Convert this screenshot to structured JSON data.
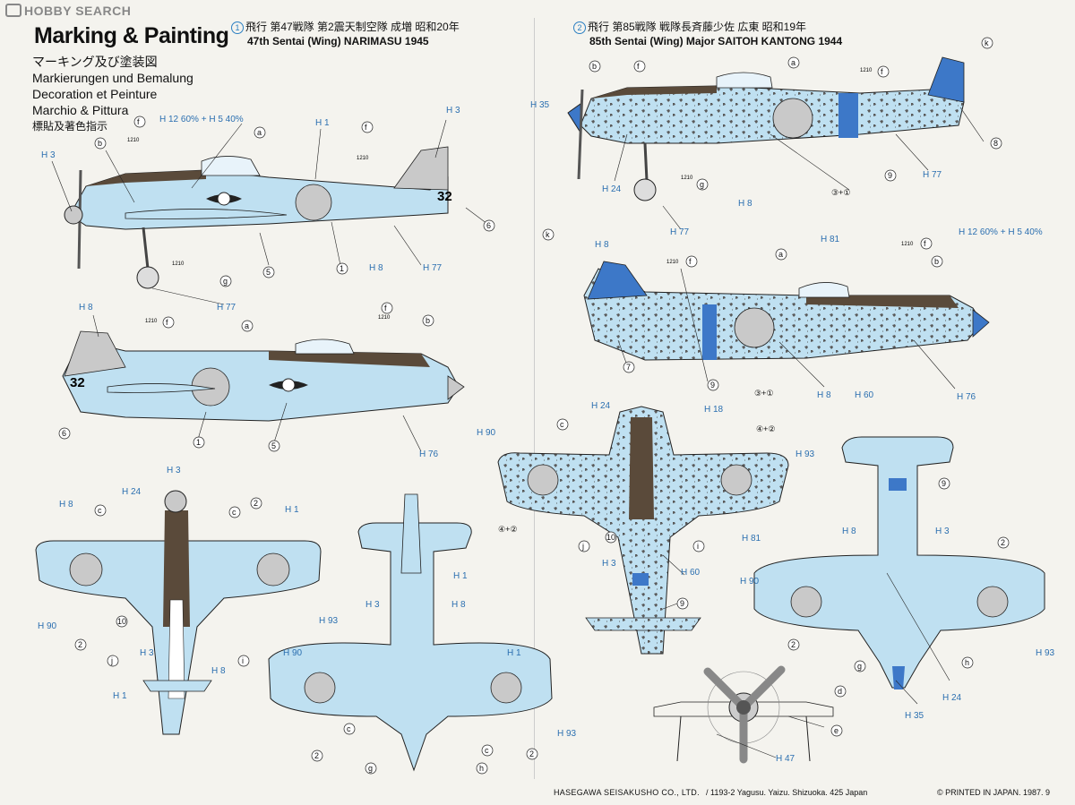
{
  "watermark": "HOBBY SEARCH",
  "title": "Marking & Painting",
  "subtitles": [
    "マーキング及び塗装図",
    "Markierungen und Bemalung",
    "Decoration et Peinture",
    "Marchio & Pittura",
    "標貼及著色指示"
  ],
  "scheme1": {
    "number": "1",
    "jp": "飛行 第47戦隊 第2震天制空隊 成増 昭和20年",
    "en": "47th Sentai (Wing) NARIMASU 1945"
  },
  "scheme2": {
    "number": "2",
    "jp": "飛行 第85戦隊 戦隊長斉藤少佐 広東 昭和19年",
    "en": "85th Sentai (Wing) Major SAITOH KANTONG 1944"
  },
  "callouts": {
    "mix1": "H 12 60% + H 5 40%",
    "mix2": "H 12 60% + H 5 40%",
    "tail_number": "32",
    "h1": "H 1",
    "h3": "H 3",
    "h8": "H 8",
    "h18": "H 18",
    "h24": "H 24",
    "h35": "H 35",
    "h47": "H 47",
    "h60": "H 60",
    "h76": "H 76",
    "h77": "H 77",
    "h81": "H 81",
    "h90": "H 90",
    "h93": "H 93",
    "decal_1210": "1210",
    "decal_3_1": "③+①",
    "decal_4_2": "④+②"
  },
  "footer": {
    "company": "HASEGAWA SEISAKUSHO CO., LTD.",
    "address": "/ 1193-2 Yagusu. Yaizu. Shizuoka. 425 Japan",
    "printed": "© PRINTED IN JAPAN. 1987. 9"
  },
  "colors": {
    "light_blue": "#bfe0f1",
    "mid_blue": "#5aa9dc",
    "dark_blue": "#3d78c8",
    "olive_brown": "#5a4a3a",
    "grey": "#c9c9c9",
    "label_blue": "#2b7fc2"
  }
}
